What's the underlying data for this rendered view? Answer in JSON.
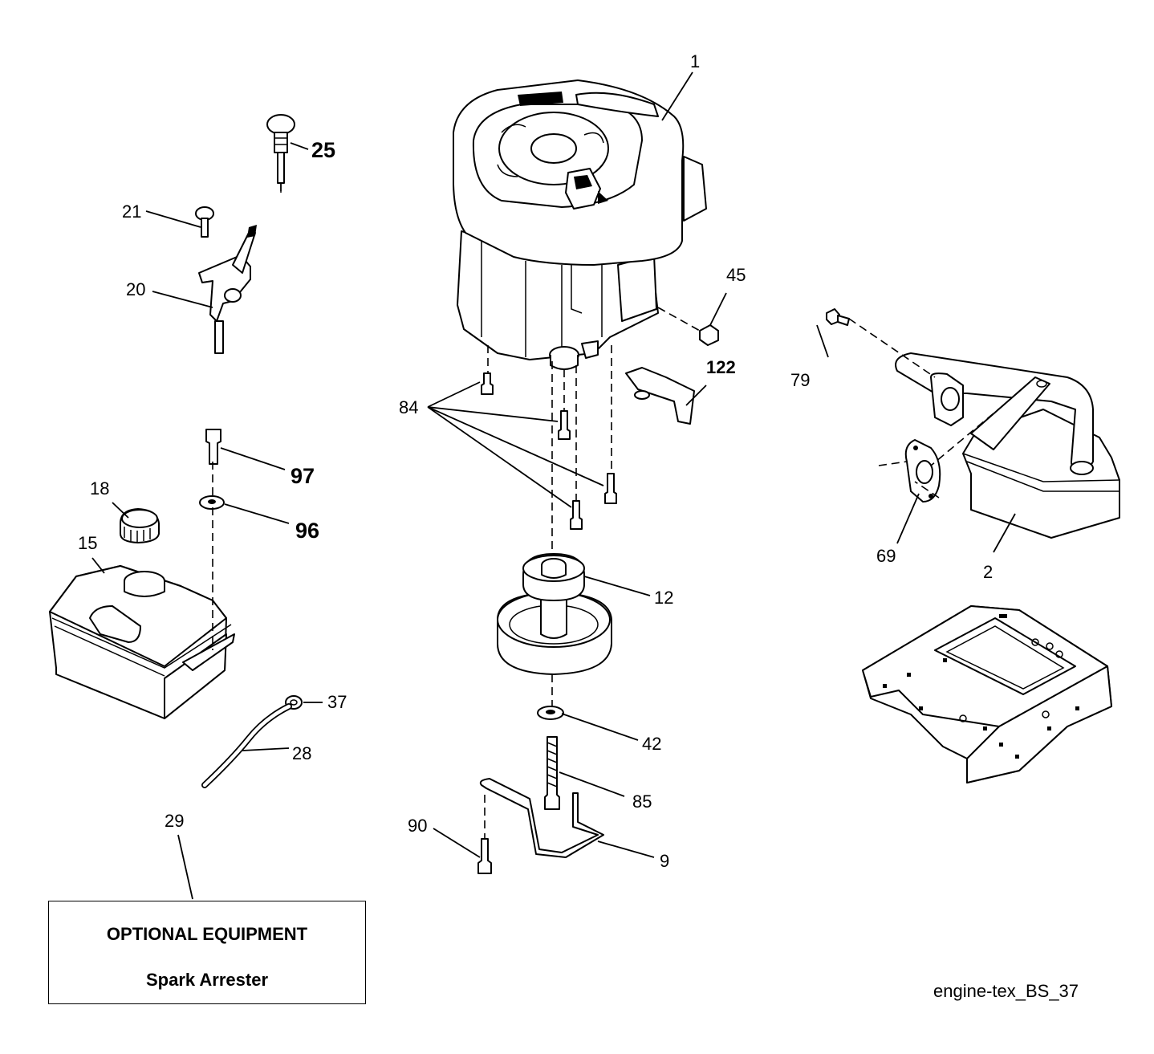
{
  "callouts": {
    "p1": "1",
    "p2": "2",
    "p9": "9",
    "p12": "12",
    "p15": "15",
    "p18": "18",
    "p20": "20",
    "p21": "21",
    "p25": "25",
    "p28": "28",
    "p29": "29",
    "p37": "37",
    "p42": "42",
    "p45": "45",
    "p69": "69",
    "p79": "79",
    "p84": "84",
    "p85": "85",
    "p90": "90",
    "p96": "96",
    "p97": "97",
    "p122": "122"
  },
  "optional_box": {
    "title": "OPTIONAL EQUIPMENT",
    "subtitle": "Spark Arrester"
  },
  "drawing_id": "engine-tex_BS_37"
}
